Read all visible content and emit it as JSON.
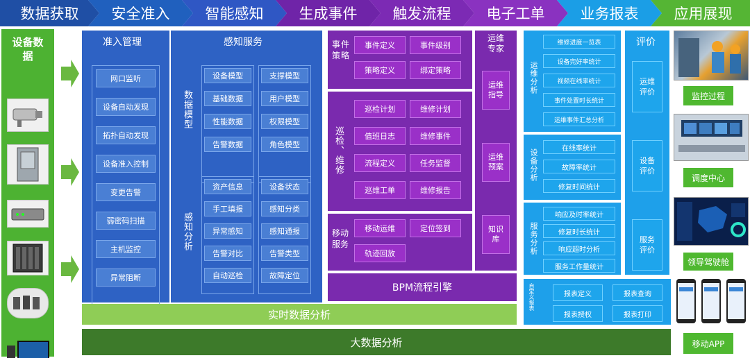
{
  "header": {
    "stages": [
      {
        "label": "数据获取",
        "color": "#1f4fa5"
      },
      {
        "label": "安全准入",
        "color": "#2060be"
      },
      {
        "label": "智能感知",
        "color": "#2f57c4"
      },
      {
        "label": "生成事件",
        "color": "#6f24a8"
      },
      {
        "label": "触发流程",
        "color": "#7c2ab4"
      },
      {
        "label": "电子工单",
        "color": "#8a32c0"
      },
      {
        "label": "业务报表",
        "color": "#1b9ee6"
      },
      {
        "label": "应用展现",
        "color": "#55b534"
      }
    ]
  },
  "device_data": {
    "title": "设备数据",
    "icons": [
      "camera-icon",
      "cabinet-icon",
      "router-icon",
      "server-rack-icon",
      "sensor-group-icon",
      "monitor-pc-icon"
    ]
  },
  "access": {
    "title": "准入管理",
    "items": [
      "网口监听",
      "设备自动发现",
      "拓扑自动发现",
      "设备准入控制",
      "变更告警",
      "弱密码扫描",
      "主机监控",
      "异常阻断"
    ]
  },
  "perception": {
    "title": "感知服务",
    "section1_label": "数据模型",
    "section2_label": "感知分析",
    "model_items": [
      "设备模型",
      "支撑模型",
      "基础数据",
      "用户模型",
      "性能数据",
      "权限模型",
      "告警数据",
      "角色模型"
    ],
    "analysis_items": [
      "资产信息",
      "设备状态",
      "手工填报",
      "感知分类",
      "异常感知",
      "感知通报",
      "告警对比",
      "告警类型",
      "自动巡检",
      "故障定位"
    ]
  },
  "events": {
    "strategy_label": "事件策略",
    "strategy_items": [
      "事件定义",
      "事件级别",
      "策略定义",
      "绑定策略"
    ],
    "inspect_label": "巡检、维修",
    "inspect_items": [
      "巡检计划",
      "维修计划",
      "值班日志",
      "维修事件",
      "流程定义",
      "任务监督",
      "巡维工单",
      "维修报告"
    ],
    "mobile_label": "移动服务",
    "mobile_items": [
      "移动运维",
      "定位签到",
      "轨迹回放"
    ],
    "bpm": "BPM流程引擎"
  },
  "ops_expert": {
    "title": "运维专家",
    "items": [
      "运维指导",
      "运维预案",
      "知识库"
    ]
  },
  "reports": {
    "ops_label": "运维分析",
    "ops_items": [
      "维修进度一览表",
      "设备完好率统计",
      "视频在线率统计",
      "事件处置时长统计",
      "运维事件汇总分析"
    ],
    "device_label": "设备分析",
    "device_items": [
      "在线率统计",
      "故障率统计",
      "修复时间统计"
    ],
    "service_label": "服务分析",
    "service_items": [
      "响应及时率统计",
      "修复时长统计",
      "响应超时分析",
      "服务工作量统计"
    ],
    "custom_label": "自定义报表",
    "custom_items": [
      "报表定义",
      "报表查询",
      "报表授权",
      "报表打印"
    ]
  },
  "evaluation": {
    "title": "评价",
    "items": [
      "运维评价",
      "设备评价",
      "服务评价"
    ]
  },
  "apps": {
    "items": [
      "监控过程",
      "调度中心",
      "领导驾驶舱",
      "移动APP"
    ]
  },
  "bars": {
    "realtime": "实时数据分析",
    "bigdata": "大数据分析"
  },
  "colors": {
    "blue_panel": "#2e62c4",
    "purple_panel": "#7a2aae",
    "cyan_panel": "#1ea0ea",
    "green": "#4db232",
    "dark_green": "#3d7a2a",
    "light_green": "#8fcd56"
  }
}
